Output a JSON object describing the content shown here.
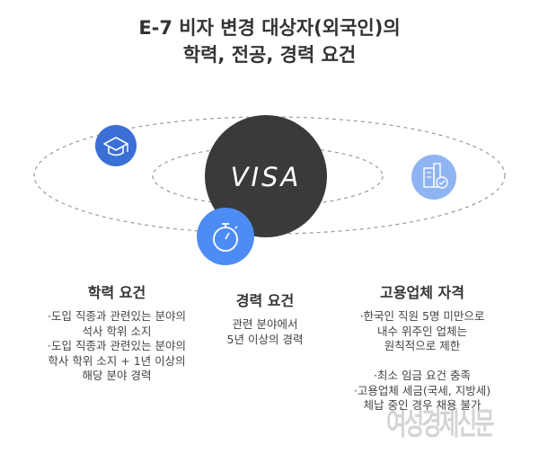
{
  "title": {
    "line1": "E-7 비자 변경 대상자(외국인)의",
    "line2": "학력, 전공, 경력 요건"
  },
  "center": {
    "label": "VISA",
    "color": "#3a3a3a"
  },
  "icons": {
    "education": {
      "name": "graduation-cap-icon",
      "color": "#3b6fd6"
    },
    "experience": {
      "name": "stopwatch-icon",
      "color": "#4d8cf5"
    },
    "employer": {
      "name": "building-check-icon",
      "color": "#8fb4f2"
    }
  },
  "sections": {
    "education": {
      "heading": "학력 요건",
      "lines": [
        "·도입 직종과 관련있는 분야의",
        "석사 학위 소지",
        "·도입 직종과 관련있는 분야의",
        "학사 학위 소지 + 1년 이상의",
        "해당 분야 경력"
      ]
    },
    "experience": {
      "heading": "경력 요건",
      "lines": [
        "관련 분야에서",
        "5년 이상의 경력"
      ]
    },
    "employer": {
      "heading": "고용업체 자격",
      "lines": [
        "·한국인 직원 5명 미만으로",
        "내수 위주인 업체는",
        "원칙적으로 제한",
        "",
        "·최소 임금 요건 충족",
        "·고용업체 세금(국세, 지방세)",
        "체납 중인 경우 채용 불가"
      ]
    }
  },
  "watermark": "여성경제신문"
}
